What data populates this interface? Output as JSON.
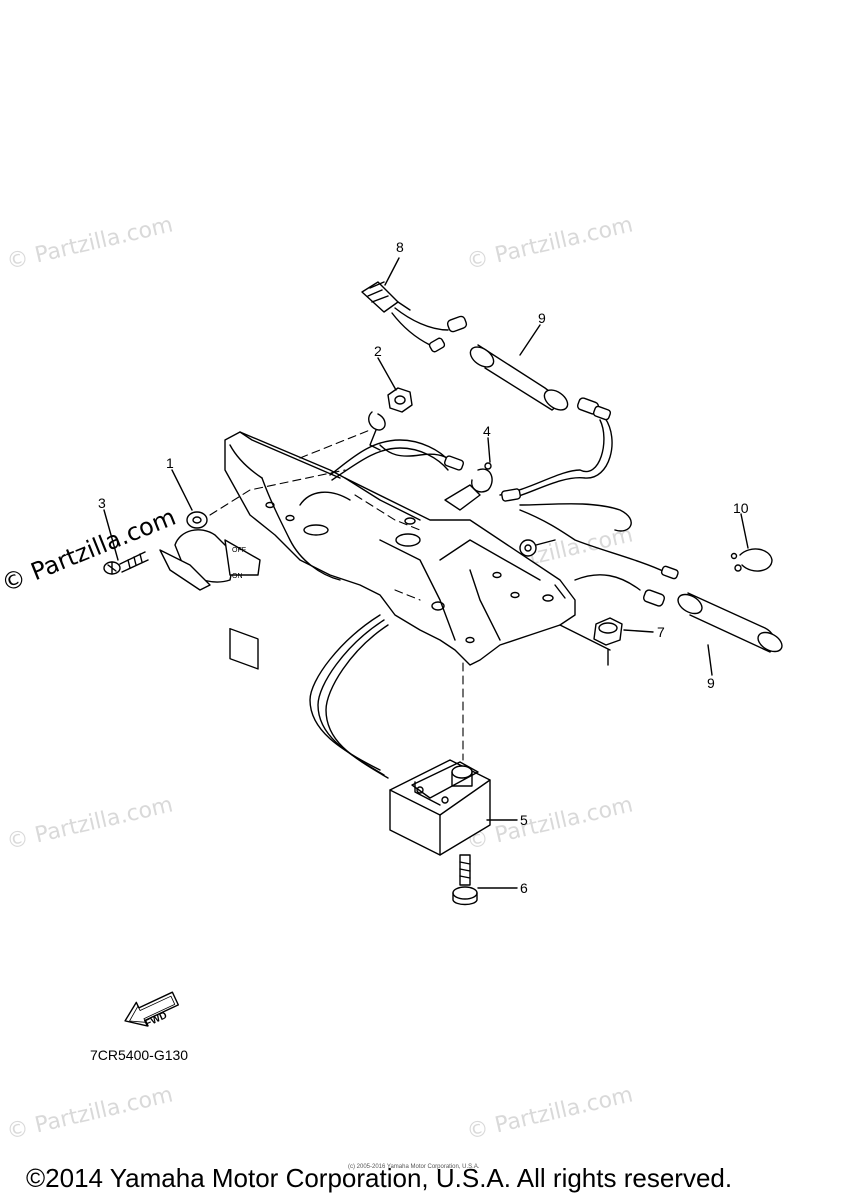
{
  "callouts": {
    "c1": "1",
    "c2": "2",
    "c3": "3",
    "c4": "4",
    "c5": "5",
    "c6": "6",
    "c7": "7",
    "c8": "8",
    "c9a": "9",
    "c9b": "9",
    "c10": "10"
  },
  "switch_labels": {
    "off": "OFF",
    "on": "ON"
  },
  "fwd_label": "FWD",
  "figure_code": "7CR5400-G130",
  "copyright": "©2014 Yamaha Motor Corporation, U.S.A. All rights reserved.",
  "tiny_copyright": "(c) 2005-2016 Yamaha Motor Corporation, U.S.A.",
  "watermark": "© Partzilla.com",
  "watermark_big": "© Partzilla.com"
}
